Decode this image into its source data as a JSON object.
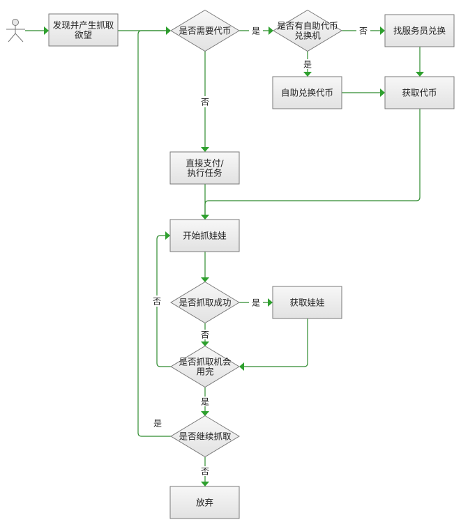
{
  "diagram": {
    "type": "flowchart",
    "colors": {
      "edge": "#2e8b2e",
      "arrow": "#2ea02e",
      "node_fill_top": "#f7f7f7",
      "node_fill_bottom": "#e2e2e2",
      "node_stroke": "#7a7a7a",
      "actor_stroke": "#777777",
      "text": "#222222"
    },
    "actor": {
      "id": "user",
      "label": ""
    },
    "nodes": [
      {
        "id": "desire",
        "shape": "rect",
        "lines": [
          "发现并产生抓取",
          "欲望"
        ]
      },
      {
        "id": "need_coin",
        "shape": "diamond",
        "lines": [
          "是否需要代币"
        ]
      },
      {
        "id": "has_machine",
        "shape": "diamond",
        "lines": [
          "是否有自助代币",
          "兑换机"
        ]
      },
      {
        "id": "find_staff",
        "shape": "rect",
        "lines": [
          "找服务员兑换"
        ]
      },
      {
        "id": "self_exchange",
        "shape": "rect",
        "lines": [
          "自助兑换代币"
        ]
      },
      {
        "id": "get_coin",
        "shape": "rect",
        "lines": [
          "获取代币"
        ]
      },
      {
        "id": "direct_pay",
        "shape": "rect",
        "lines": [
          "直接支付/",
          "执行任务"
        ]
      },
      {
        "id": "start_grab",
        "shape": "rect",
        "lines": [
          "开始抓娃娃"
        ]
      },
      {
        "id": "grab_success",
        "shape": "diamond",
        "lines": [
          "是否抓取成功"
        ]
      },
      {
        "id": "get_doll",
        "shape": "rect",
        "lines": [
          "获取娃娃"
        ]
      },
      {
        "id": "chances_used",
        "shape": "diamond",
        "lines": [
          "是否抓取机会",
          "用完"
        ]
      },
      {
        "id": "continue_grab",
        "shape": "diamond",
        "lines": [
          "是否继续抓取"
        ]
      },
      {
        "id": "give_up",
        "shape": "rect",
        "lines": [
          "放弃"
        ]
      }
    ],
    "edges": [
      {
        "from": "user",
        "to": "desire",
        "label": ""
      },
      {
        "from": "desire",
        "to": "need_coin",
        "label": ""
      },
      {
        "from": "need_coin",
        "to": "has_machine",
        "label": "是"
      },
      {
        "from": "need_coin",
        "to": "direct_pay",
        "label": "否"
      },
      {
        "from": "has_machine",
        "to": "find_staff",
        "label": "否"
      },
      {
        "from": "has_machine",
        "to": "self_exchange",
        "label": "是"
      },
      {
        "from": "find_staff",
        "to": "get_coin",
        "label": ""
      },
      {
        "from": "self_exchange",
        "to": "get_coin",
        "label": ""
      },
      {
        "from": "get_coin",
        "to": "start_grab",
        "label": ""
      },
      {
        "from": "direct_pay",
        "to": "start_grab",
        "label": ""
      },
      {
        "from": "start_grab",
        "to": "grab_success",
        "label": ""
      },
      {
        "from": "grab_success",
        "to": "get_doll",
        "label": "是"
      },
      {
        "from": "grab_success",
        "to": "chances_used",
        "label": "否"
      },
      {
        "from": "get_doll",
        "to": "chances_used",
        "label": ""
      },
      {
        "from": "chances_used",
        "to": "start_grab",
        "label": "否"
      },
      {
        "from": "chances_used",
        "to": "continue_grab",
        "label": "是"
      },
      {
        "from": "continue_grab",
        "to": "need_coin",
        "label": "是"
      },
      {
        "from": "continue_grab",
        "to": "give_up",
        "label": "否"
      }
    ]
  }
}
